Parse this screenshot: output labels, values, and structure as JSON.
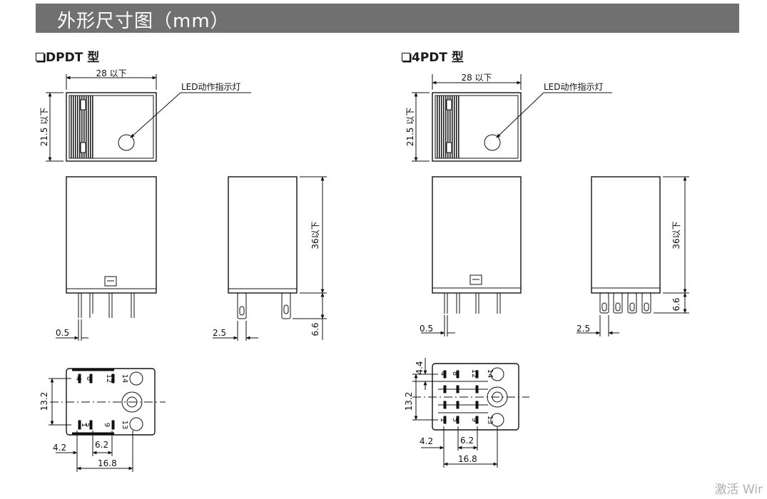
{
  "header": {
    "title": "外形尺寸图（mm）"
  },
  "dpdt": {
    "heading": "DPDT 型",
    "width": "28 以下",
    "height": "21.5 以下",
    "led": "LED动作指示灯",
    "body_height": "36以下",
    "pin_offset": "0.5",
    "pin_offset_side": "2.5",
    "pin_len": "6.6",
    "pins_top": [
      "4",
      "8",
      "12",
      "14"
    ],
    "pins_bottom": [
      "1",
      "5",
      "9",
      "13"
    ],
    "dim_13_2": "13.2",
    "dim_4_2": "4.2",
    "dim_6_2": "6.2",
    "dim_16_8": "16.8"
  },
  "fpdt": {
    "heading": "4PDT 型",
    "width": "28 以下",
    "height": "21.5 以下",
    "led": "LED动作指示灯",
    "body_height": "36以下",
    "pin_offset": "0.5",
    "pin_offset_side": "2.5",
    "pin_len": "6.6",
    "dim_4_4": "4.4",
    "pins_top": [
      "4",
      "8",
      "12",
      "14"
    ],
    "pins_bottom": [
      "1",
      "5",
      "9",
      "13"
    ],
    "dim_13_2": "13.2",
    "dim_4_2": "4.2",
    "dim_6_2": "6.2",
    "dim_16_8": "16.8"
  },
  "watermark": "激活 Wir"
}
